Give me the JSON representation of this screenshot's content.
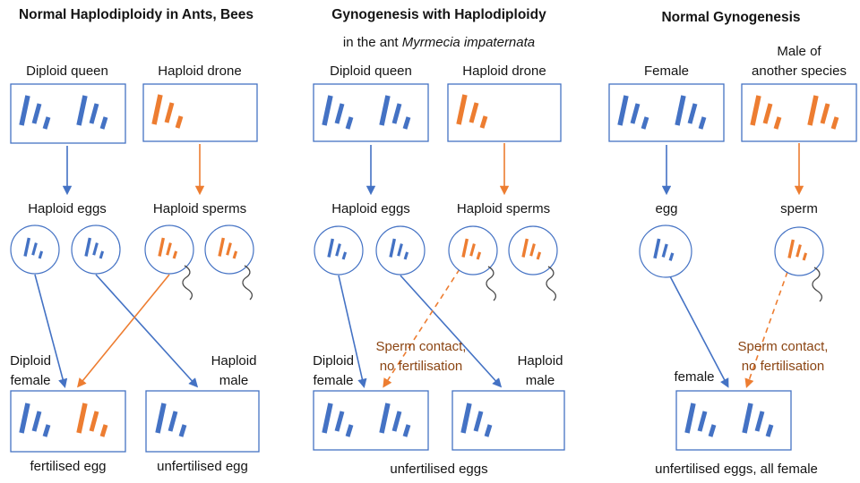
{
  "colors": {
    "blue": "#4472C4",
    "orange": "#ED7D31",
    "contact": "#8B4513",
    "text": "#141414"
  },
  "panels": [
    {
      "title": "Normal Haplodiploidy in Ants, Bees",
      "parent1": "Diploid queen",
      "parent2": "Haploid drone",
      "gametes1": "Haploid eggs",
      "gametes2": "Haploid sperms",
      "offspring1": "Diploid\nfemale",
      "offspring2": "Haploid\nmale",
      "result1": "fertilised egg",
      "result2": "unfertilised egg"
    },
    {
      "title": "Gynogenesis with Haplodiploidy",
      "subtitle_prefix": "in the ant ",
      "species": "Myrmecia impaternata",
      "parent1": "Diploid queen",
      "parent2": "Haploid drone",
      "gametes1": "Haploid eggs",
      "gametes2": "Haploid sperms",
      "contact_note": "Sperm contact,\nno fertilisation",
      "offspring1": "Diploid\nfemale",
      "offspring2": "Haploid\nmale",
      "result": "unfertilised eggs"
    },
    {
      "title": "Normal Gynogenesis",
      "parent1": "Female",
      "parent2": "Male of\nanother species",
      "gametes1": "egg",
      "gametes2": "sperm",
      "contact_note": "Sperm contact,\nno fertilisation",
      "offspring1": "female",
      "result": "unfertilised eggs, all female"
    }
  ]
}
